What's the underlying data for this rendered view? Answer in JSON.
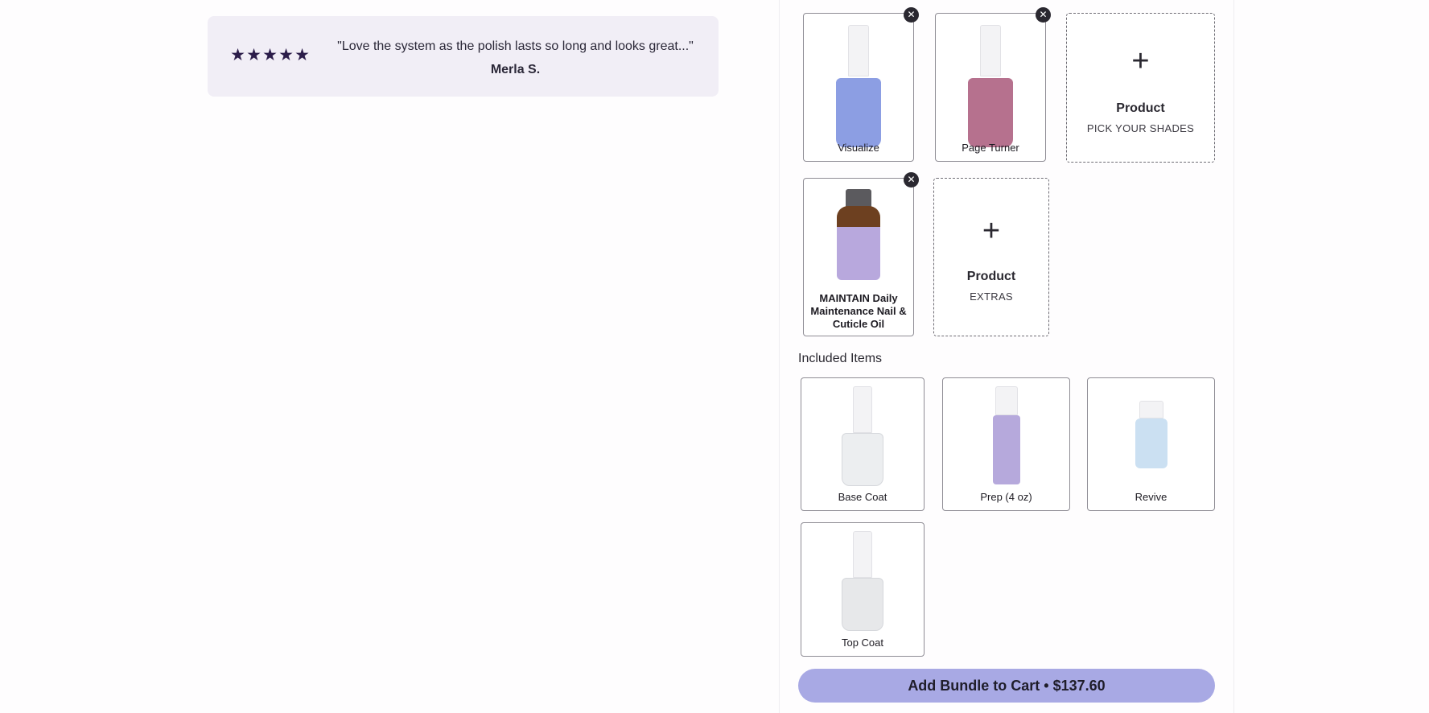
{
  "review": {
    "rating": 5,
    "quote": "\"Love the system as the polish lasts so long and looks great...\"",
    "author": "Merla S."
  },
  "selected_shades": [
    {
      "name": "Visualize",
      "color": "#8c9ee3"
    },
    {
      "name": "Page Turner",
      "color": "#b6718e"
    }
  ],
  "shade_slot": {
    "title": "Product",
    "subtitle": "PICK YOUR SHADES"
  },
  "selected_extras": [
    {
      "name": "MAINTAIN Daily Maintenance Nail & Cuticle Oil"
    }
  ],
  "extras_slot": {
    "title": "Product",
    "subtitle": "EXTRAS"
  },
  "included": {
    "title": "Included Items",
    "items": [
      {
        "name": "Base Coat"
      },
      {
        "name": "Prep (4 oz)"
      },
      {
        "name": "Revive"
      },
      {
        "name": "Top Coat"
      }
    ]
  },
  "cart": {
    "label": "Add Bundle to Cart • $137.60"
  },
  "icons": {
    "remove": "close-icon",
    "add": "plus-icon",
    "star": "star-icon"
  }
}
